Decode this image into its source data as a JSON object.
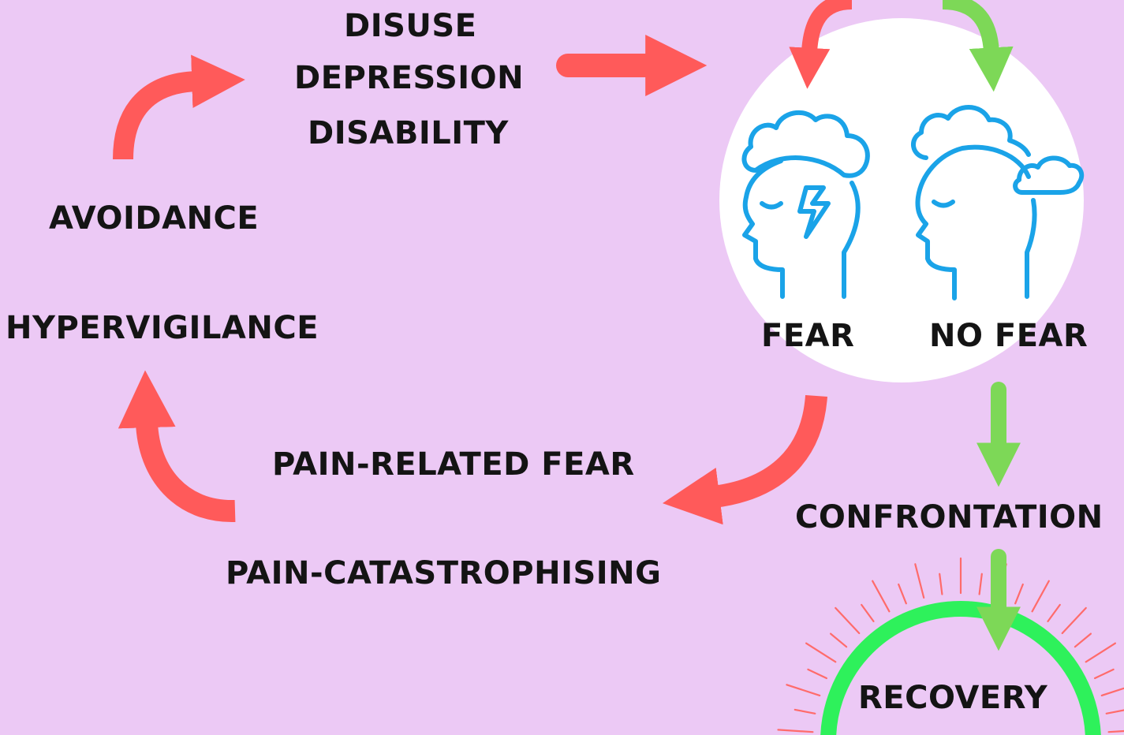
{
  "diagram": {
    "labels": {
      "disuse": "DISUSE",
      "depression": "DEPRESSION",
      "disability": "DISABILITY",
      "avoidance": "AVOIDANCE",
      "hypervigilance": "HYPERVIGILANCE",
      "fear": "FEAR",
      "no_fear": "NO FEAR",
      "pain_related_fear": "PAIN-RELATED FEAR",
      "pain_catastrophising": "PAIN-CATASTROPHISING",
      "confrontation": "CONFRONTATION",
      "recovery": "RECOVERY"
    },
    "icons": {
      "fear_head": "head-with-storm-cloud-icon",
      "no_fear_head": "head-with-calm-clouds-icon",
      "gauge": "recovery-gauge-icon"
    },
    "colors": {
      "background": "#ecc9f5",
      "fear_arrow": "#ff5a5a",
      "no_fear_arrow": "#7dd857",
      "icon_line": "#1aa3e8",
      "gauge_arc": "#2ef15b",
      "gauge_ticks": "#ff6b6b",
      "text": "#141414"
    }
  }
}
